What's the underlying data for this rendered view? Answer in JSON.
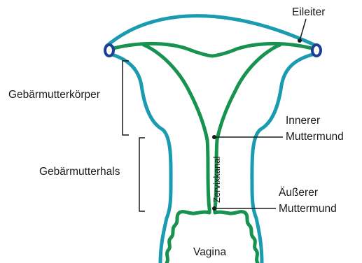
{
  "labels": {
    "eileiter": "Eileiter",
    "gebaermutterkoerper": "Gebärmutterkörper",
    "innerer_line1": "Innerer",
    "innerer_line2": "Muttermund",
    "gebaermutterhals": "Gebärmutterhals",
    "zervixkanal": "Zervixkanal",
    "aeusserer_line1": "Äußerer",
    "aeusserer_line2": "Muttermund",
    "vagina": "Vagina"
  },
  "colors": {
    "outer_wall": "#1a9bb0",
    "inner_lining": "#17924f",
    "tube_opening": "#1d3f95",
    "leader_lines": "#1a1a1a"
  }
}
